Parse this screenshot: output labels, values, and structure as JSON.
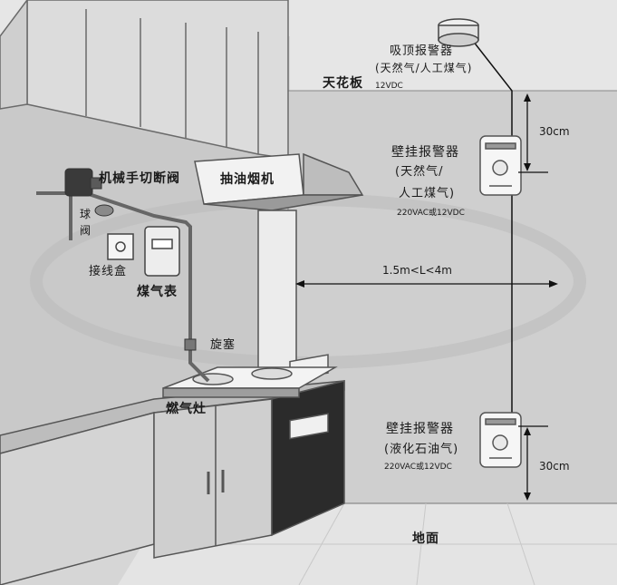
{
  "labels": {
    "ceiling_alarm": "吸顶报警器",
    "ceiling_alarm_gas": "(天然气/人工煤气)",
    "ceiling_alarm_voltage": "12VDC",
    "ceiling": "天花板",
    "wall_alarm_top": "壁挂报警器",
    "wall_alarm_top_gas_1": "(天然气/",
    "wall_alarm_top_gas_2": "人工煤气)",
    "wall_alarm_top_voltage": "220VAC或12VDC",
    "range_hood": "抽油烟机",
    "manual_valve": "机械手切断阀",
    "ball_valve_1": "球",
    "ball_valve_2": "阀",
    "junction_box": "接线盒",
    "gas_meter": "煤气表",
    "plug_valve": "旋塞",
    "gas_stove": "燃气灶",
    "distance": "1.5m<L<4m",
    "wall_alarm_bottom": "壁挂报警器",
    "wall_alarm_bottom_gas": "(液化石油气)",
    "wall_alarm_bottom_voltage": "220VAC或12VDC",
    "dist_top": "30cm",
    "dist_bottom": "30cm",
    "floor": "地面"
  }
}
